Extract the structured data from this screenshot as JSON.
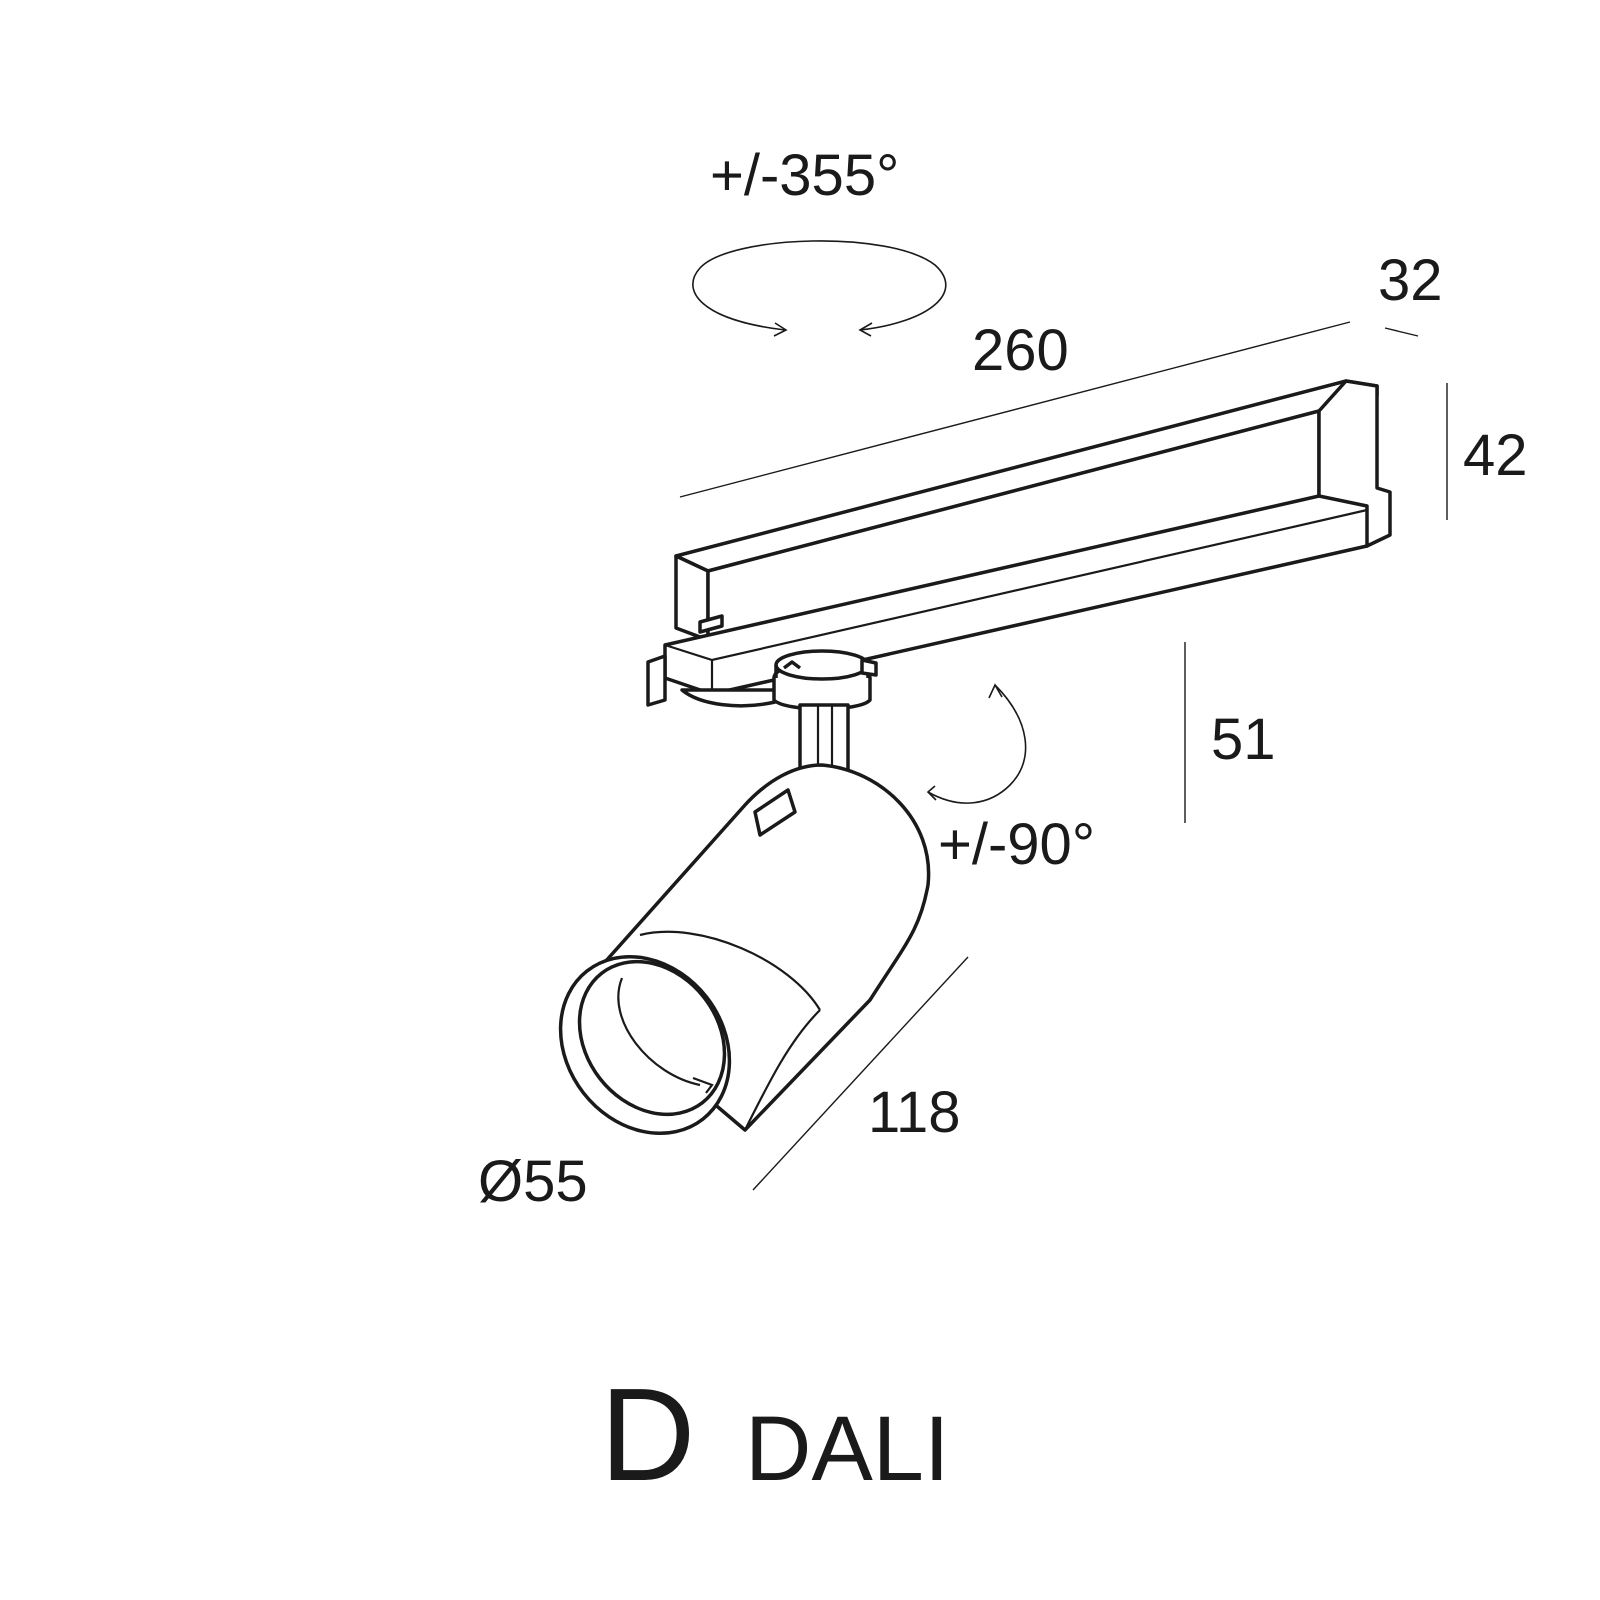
{
  "product": {
    "model": "D",
    "variant": "DALI"
  },
  "dimensions": {
    "rotation_horizontal": "+/-355°",
    "track_length": "260",
    "track_width": "32",
    "track_height": "42",
    "drop_height": "51",
    "tilt": "+/-90°",
    "body_length": "118",
    "diameter": "Ø55"
  },
  "colors": {
    "line": "#1a1a1a",
    "background": "#ffffff"
  }
}
